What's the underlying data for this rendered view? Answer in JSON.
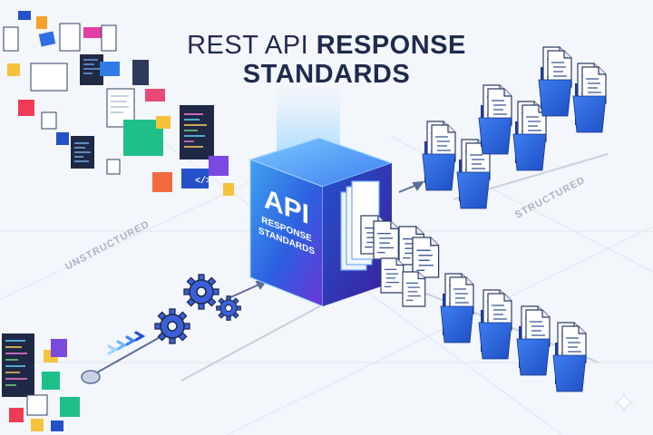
{
  "title": {
    "line1_regular": "REST API",
    "line1_bold": "RESPONSE",
    "line2": "STANDARDS"
  },
  "cube": {
    "label_main": "API",
    "label_sub1": "RESPONSE",
    "label_sub2": "STANDARDS"
  },
  "labels": {
    "unstructured": "UNSTRUCTURED",
    "structured": "STRUCTURED"
  },
  "icons": {
    "code_tag": "</>"
  },
  "colors": {
    "cube_front": "#2f4fd8",
    "cube_top": "#4f8ff2",
    "folder": "#2f66d6",
    "title": "#1f2b4d",
    "background": "#f3f6fb"
  }
}
